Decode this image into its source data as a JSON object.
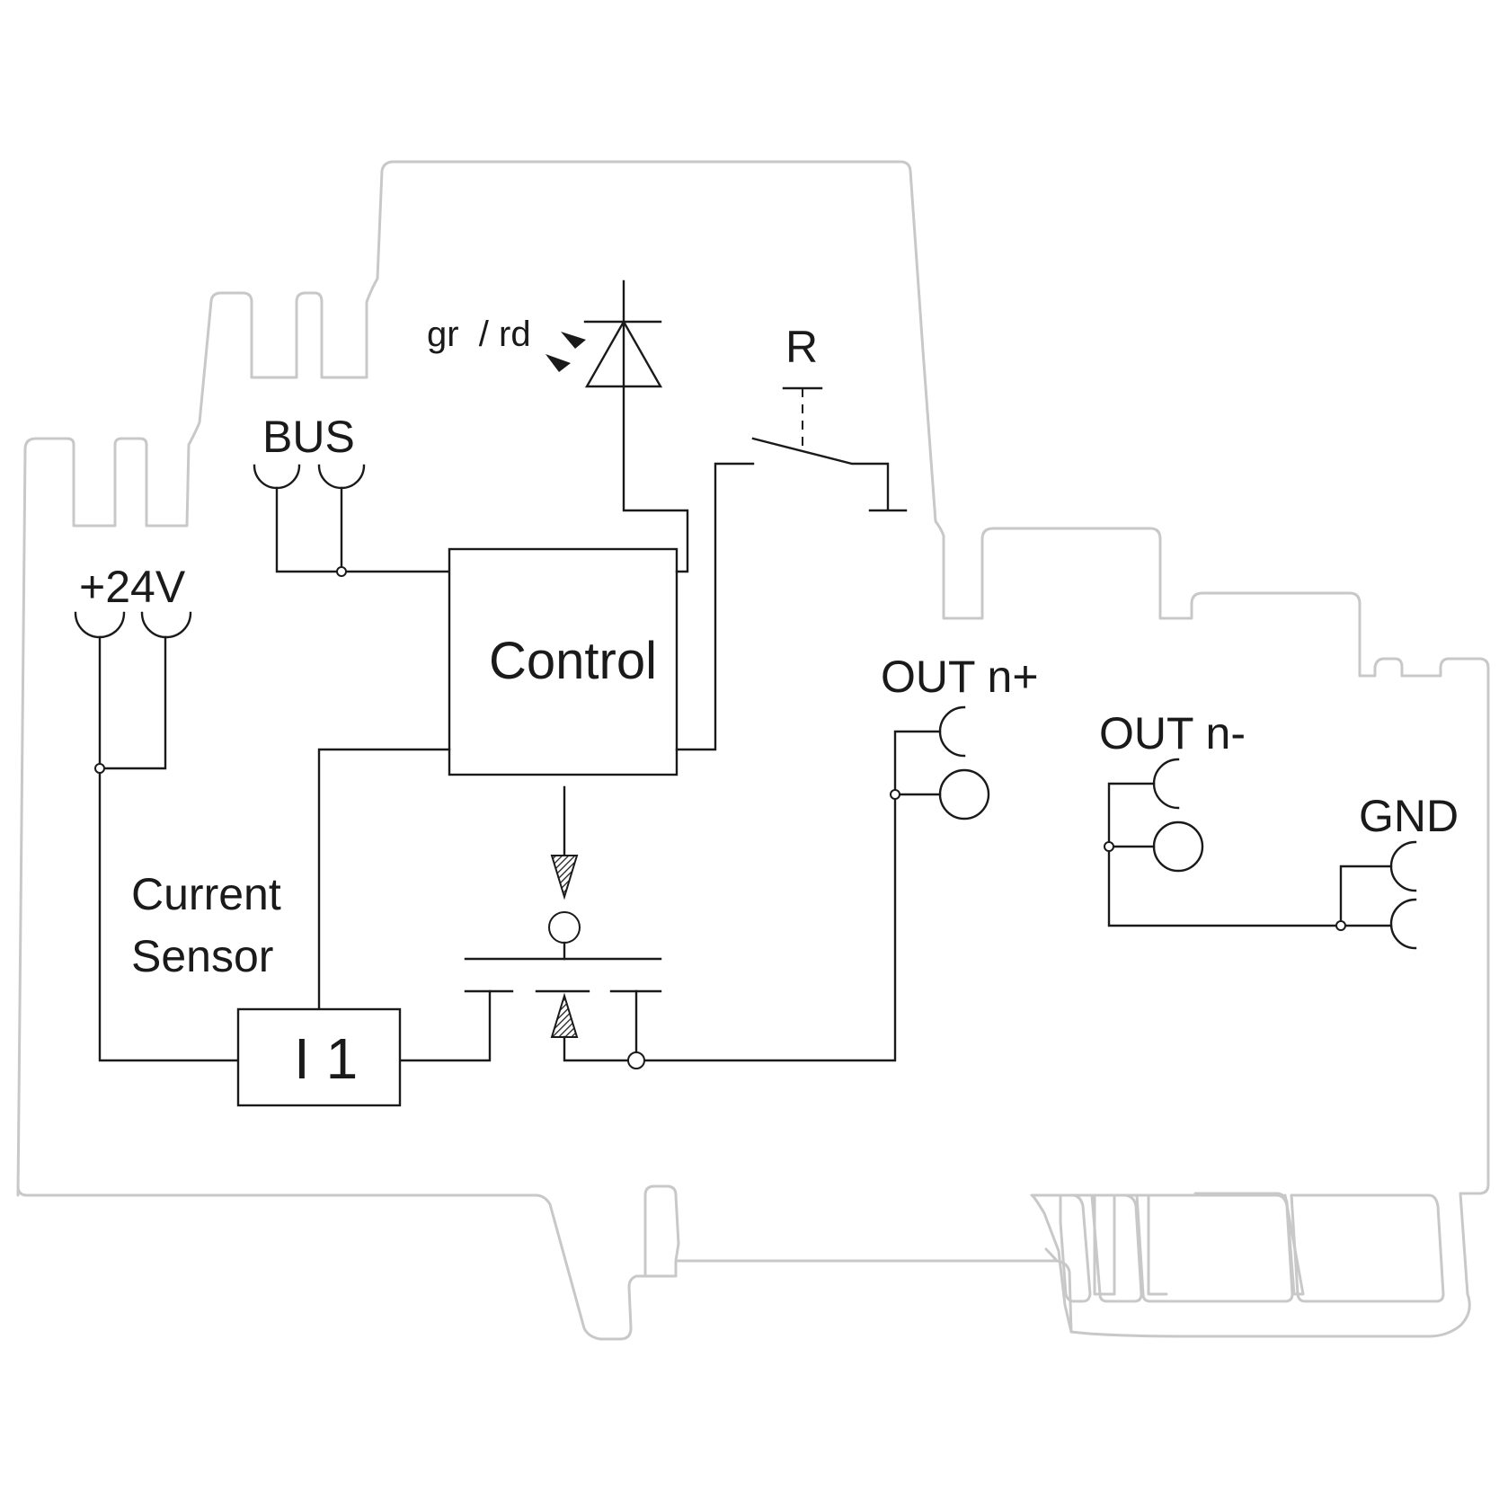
{
  "labels": {
    "led": "gr  / rd",
    "relay": "R",
    "bus": "BUS",
    "supply": "+24V",
    "control": "Control",
    "out_plus": "OUT n+",
    "out_minus": "OUT n-",
    "gnd": "GND",
    "sensor_line1": "Current",
    "sensor_line2": "Sensor",
    "sensor_box": "I 1"
  },
  "colors": {
    "housing": "#c8c8c8",
    "wiring": "#1a1a1a",
    "background": "#ffffff"
  }
}
